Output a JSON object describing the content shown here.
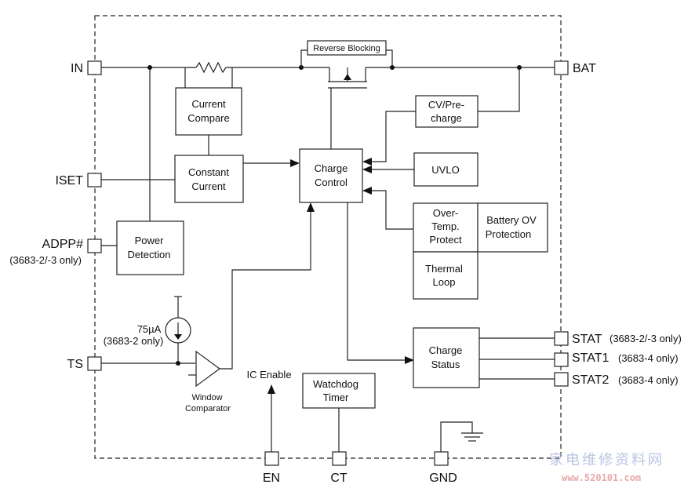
{
  "pins": {
    "in": "IN",
    "bat": "BAT",
    "iset": "ISET",
    "adpp": "ADPP#",
    "adpp_note": "(3683-2/-3 only)",
    "ts": "TS",
    "stat": "STAT",
    "stat_note": "(3683-2/-3 only)",
    "stat1": "STAT1",
    "stat1_note": "(3683-4 only)",
    "stat2": "STAT2",
    "stat2_note": "(3683-4 only)",
    "en": "EN",
    "ct": "CT",
    "gnd": "GND"
  },
  "blocks": {
    "reverse_blocking": "Reverse Blocking",
    "current_compare": [
      "Current",
      "Compare"
    ],
    "constant_current": [
      "Constant",
      "Current"
    ],
    "charge_control": [
      "Charge",
      "Control"
    ],
    "cv_precharge": [
      "CV/Pre-",
      "charge"
    ],
    "uvlo": "UVLO",
    "over_temp": [
      "Over-",
      "Temp.",
      "Protect"
    ],
    "battery_ov": [
      "Battery OV",
      "Protection"
    ],
    "thermal_loop": [
      "Thermal",
      "Loop"
    ],
    "power_detection": [
      "Power",
      "Detection"
    ],
    "charge_status": [
      "Charge",
      "Status"
    ],
    "watchdog_timer": [
      "Watchdog",
      "Timer"
    ]
  },
  "annotations": {
    "current_source": "75µA",
    "current_source_note": "(3683-2 only)",
    "window_comparator": [
      "Window",
      "Comparator"
    ],
    "ic_enable": "IC Enable"
  },
  "watermark": {
    "chinese": "家电维修资料网",
    "url": "www.520101.com"
  }
}
